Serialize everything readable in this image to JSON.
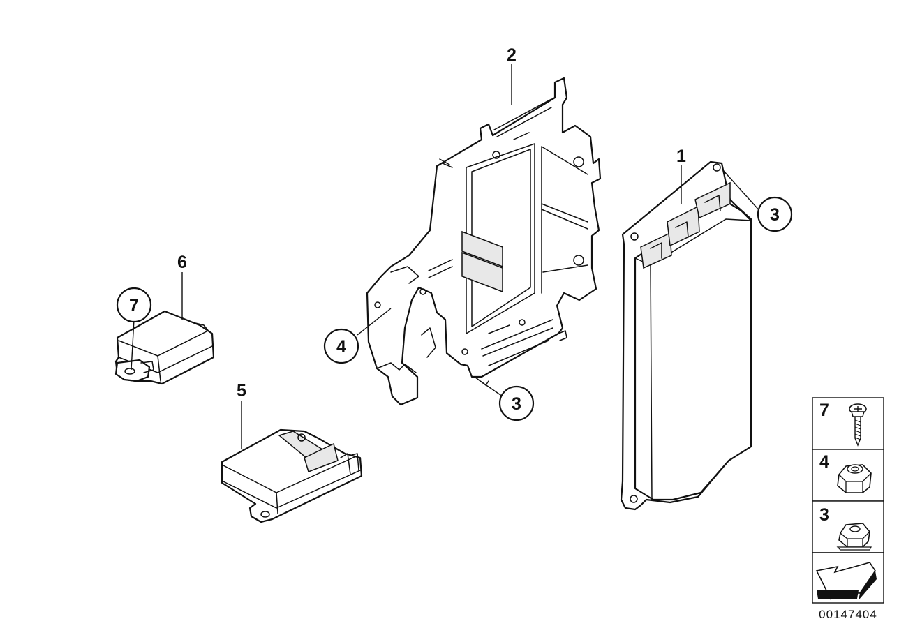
{
  "callouts": {
    "part_1": "1",
    "part_2": "2",
    "part_3_upper": "3",
    "part_3_lower": "3",
    "part_4": "4",
    "part_5": "5",
    "part_6": "6",
    "part_7": "7"
  },
  "legend": [
    {
      "number": "7",
      "icon": "screw-icon"
    },
    {
      "number": "4",
      "icon": "nut-icon"
    },
    {
      "number": "3",
      "icon": "nut-icon"
    }
  ],
  "legend_arrow_icon": "arrow-icon",
  "diagram_number": "00147404"
}
